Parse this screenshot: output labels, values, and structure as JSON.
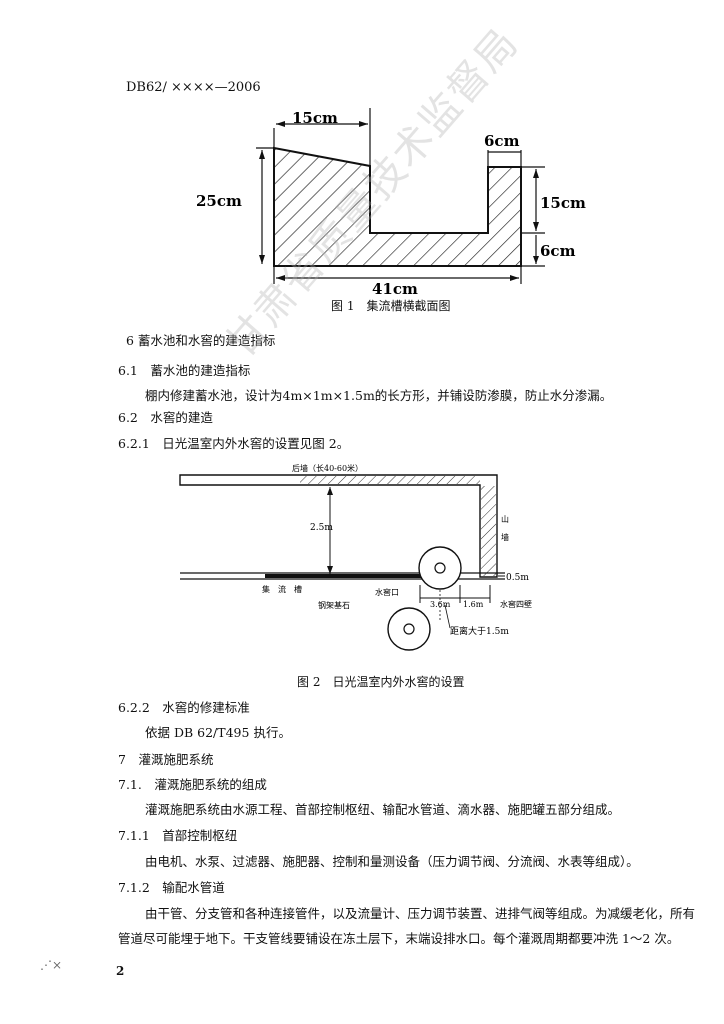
{
  "header": {
    "code": "DB62/ ××××—2006"
  },
  "figure1": {
    "labels": {
      "top_width": "15cm",
      "right_width": "6cm",
      "height_total": "25cm",
      "right_height": "15cm",
      "base_height": "6cm",
      "bottom_width": "41cm"
    },
    "caption": "图 1　集流槽横截面图"
  },
  "sections": {
    "s6": "6 蓄水池和水窖的建造指标",
    "s61": "6.1　蓄水池的建造指标",
    "s61_text": "棚内修建蓄水池，设计为4m×1m×1.5m的长方形，并铺设防渗膜，防止水分渗漏。",
    "s62": "6.2　水窖的建造",
    "s621": "6.2.1　日光温室内外水窖的设置见图 2。"
  },
  "figure2": {
    "labels": {
      "back_wall": "后墙（长40-60米）",
      "height": "2.5m",
      "gable_1": "山",
      "gable_2": "墙",
      "depth": "0.5m",
      "channel": "集　流　槽",
      "pillar_stone": "钢架基石",
      "cellar_mouth": "水窖口",
      "cellar_wall": "水窖四壁",
      "dist_a": "3.6m",
      "dist_b": "1.6m",
      "distance_note": "距离大于1.5m"
    },
    "caption": "图 2　日光温室内外水窖的设置"
  },
  "sections2": {
    "s622": "6.2.2　水窖的修建标准",
    "s622_text": "依据 DB 62/T495 执行。",
    "s7": "7　灌溉施肥系统",
    "s71": "7.1.　灌溉施肥系统的组成",
    "s71_text": "灌溉施肥系统由水源工程、首部控制枢纽、输配水管道、滴水器、施肥罐五部分组成。",
    "s711": "7.1.1　首部控制枢纽",
    "s711_text": "由电机、水泵、过滤器、施肥器、控制和量测设备（压力调节阀、分流阀、水表等组成）。",
    "s712": "7.1.2　输配水管道",
    "s712_text1": "由干管、分支管和各种连接管件，以及流量计、压力调节装置、进排气阀等组成。为减缓老化，所有",
    "s712_text2": "管道尽可能埋于地下。干支管线要铺设在冻土层下，末端设排水口。每个灌溉周期都要冲洗 1～2 次。"
  },
  "footer": {
    "page": "2"
  },
  "watermark": {
    "text": "甘肃省质量技术监督局"
  }
}
